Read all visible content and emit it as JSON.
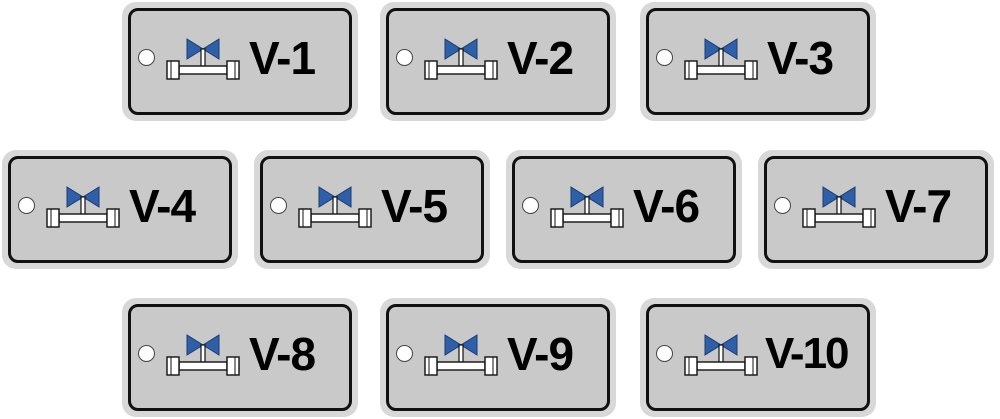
{
  "colors": {
    "handle": "#2e5fa8",
    "plate": "#c9c9c9",
    "border": "#111111",
    "rim": "#d8d8d8"
  },
  "tags": [
    {
      "label": "V-1",
      "icon": "valve-icon"
    },
    {
      "label": "V-2",
      "icon": "valve-icon"
    },
    {
      "label": "V-3",
      "icon": "valve-icon"
    },
    {
      "label": "V-4",
      "icon": "valve-icon"
    },
    {
      "label": "V-5",
      "icon": "valve-icon"
    },
    {
      "label": "V-6",
      "icon": "valve-icon"
    },
    {
      "label": "V-7",
      "icon": "valve-icon"
    },
    {
      "label": "V-8",
      "icon": "valve-icon"
    },
    {
      "label": "V-9",
      "icon": "valve-icon"
    },
    {
      "label": "V-10",
      "icon": "valve-icon"
    }
  ]
}
